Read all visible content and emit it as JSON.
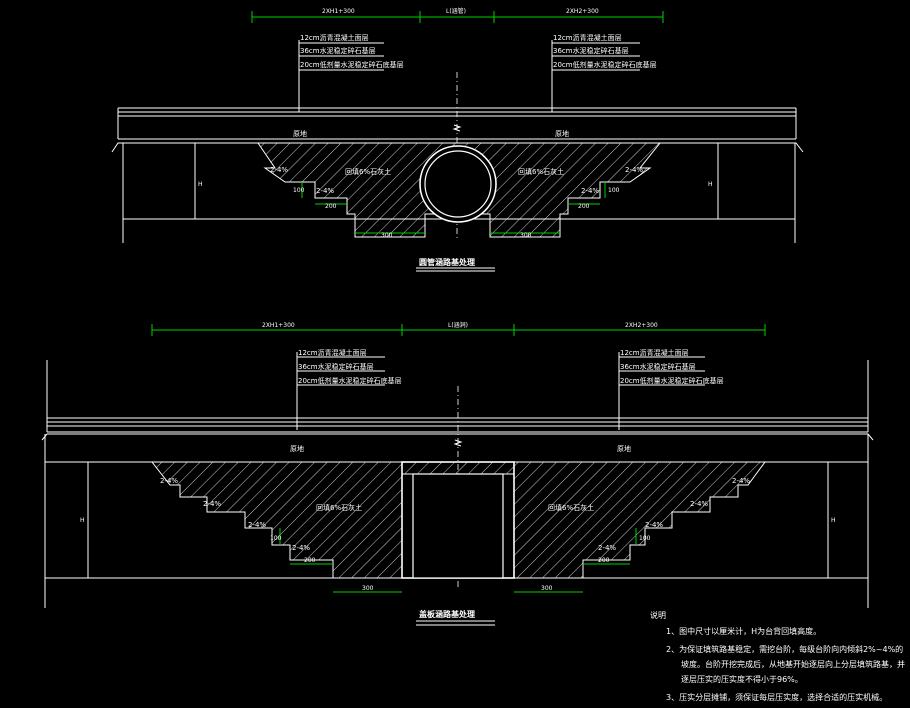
{
  "drawing": {
    "top": {
      "dim_left": "2XH1+300",
      "dim_center": "L(涵管)",
      "dim_right": "2XH2+300",
      "layers_left": [
        "12cm沥青混凝土面层",
        "36cm水泥稳定碎石基层",
        "20cm低剂量水泥稳定碎石底基层"
      ],
      "layers_right": [
        "12cm沥青混凝土面层",
        "36cm水泥稳定碎石基层",
        "20cm低剂量水泥稳定碎石底基层"
      ],
      "ground_left": "原地",
      "ground_right": "原地",
      "fill_left": "回填6%石灰土",
      "fill_right": "回填6%石灰土",
      "slope": "2-4%",
      "step_h": "100",
      "step_w": "200",
      "base_w": "300",
      "h_mark": "H",
      "title": "圆管涵路基处理"
    },
    "bottom": {
      "dim_left": "2XH1+300",
      "dim_center": "L(涵洞)",
      "dim_right": "2XH2+300",
      "layers_left": [
        "12cm沥青混凝土面层",
        "36cm水泥稳定碎石基层",
        "20cm低剂量水泥稳定碎石底基层"
      ],
      "layers_right": [
        "12cm沥青混凝土面层",
        "36cm水泥稳定碎石基层",
        "20cm低剂量水泥稳定碎石底基层"
      ],
      "ground_left": "原地",
      "ground_right": "原地",
      "fill_left": "回填6%石灰土",
      "fill_right": "回填6%石灰土",
      "slope": "2-4%",
      "step_h": "100",
      "step_w": "200",
      "base_w": "300",
      "h_mark": "H",
      "title": "盖板涵路基处理"
    },
    "notes": {
      "heading": "说明",
      "items": [
        "1、图中尺寸以厘米计，H为台背回填高度。",
        "2、为保证填筑路基稳定，需挖台阶，每级台阶向内倾斜2%~4%的",
        "坡度。台阶开挖完成后，从地基开始逐层向上分层填筑路基，并",
        "逐层压实的压实度不得小于96%。",
        "3、压实分层摊铺，须保证每层压实度，选择合适的压实机械。"
      ]
    }
  }
}
